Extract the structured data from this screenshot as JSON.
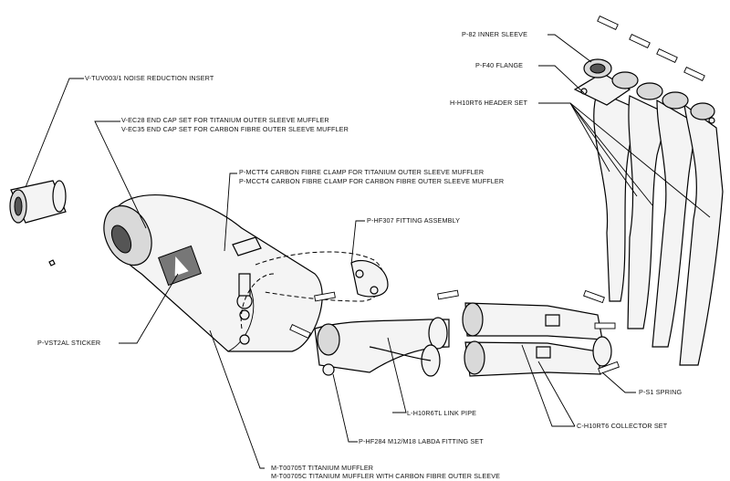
{
  "labels": {
    "inner_sleeve": "P-82  INNER SLEEVE",
    "flange": "P-F40  FLANGE",
    "header_set": "H-H10RT6  HEADER SET",
    "noise_insert": "V-TUV003/1  NOISE REDUCTION INSERT",
    "endcap_ti": "V-EC28  END CAP SET FOR TITANIUM OUTER SLEEVE MUFFLER",
    "endcap_cf": "V-EC35  END CAP SET FOR CARBON FIBRE OUTER SLEEVE MUFFLER",
    "clamp_ti": "P-MCTT4  CARBON FIBRE CLAMP FOR TITANIUM OUTER SLEEVE MUFFLER",
    "clamp_cf": "P-MCCT4  CARBON FIBRE CLAMP FOR CARBON FIBRE OUTER SLEEVE MUFFLER",
    "fitting": "P-HF307  FITTING ASSEMBLY",
    "sticker": "P-VST2AL  STICKER",
    "spring": "P-S1  SPRING",
    "collector": "C-H10RT6  COLLECTOR SET",
    "link_pipe": "L-H10R6TL  LINK PIPE",
    "labda": "P-HF284  M12/M18 LABDA FITTING SET",
    "muffler_ti": "M-T00705T  TITANIUM MUFFLER",
    "muffler_cf": "M-T00705C  TITANIUM MUFFLER WITH CARBON FIBRE OUTER SLEEVE"
  }
}
